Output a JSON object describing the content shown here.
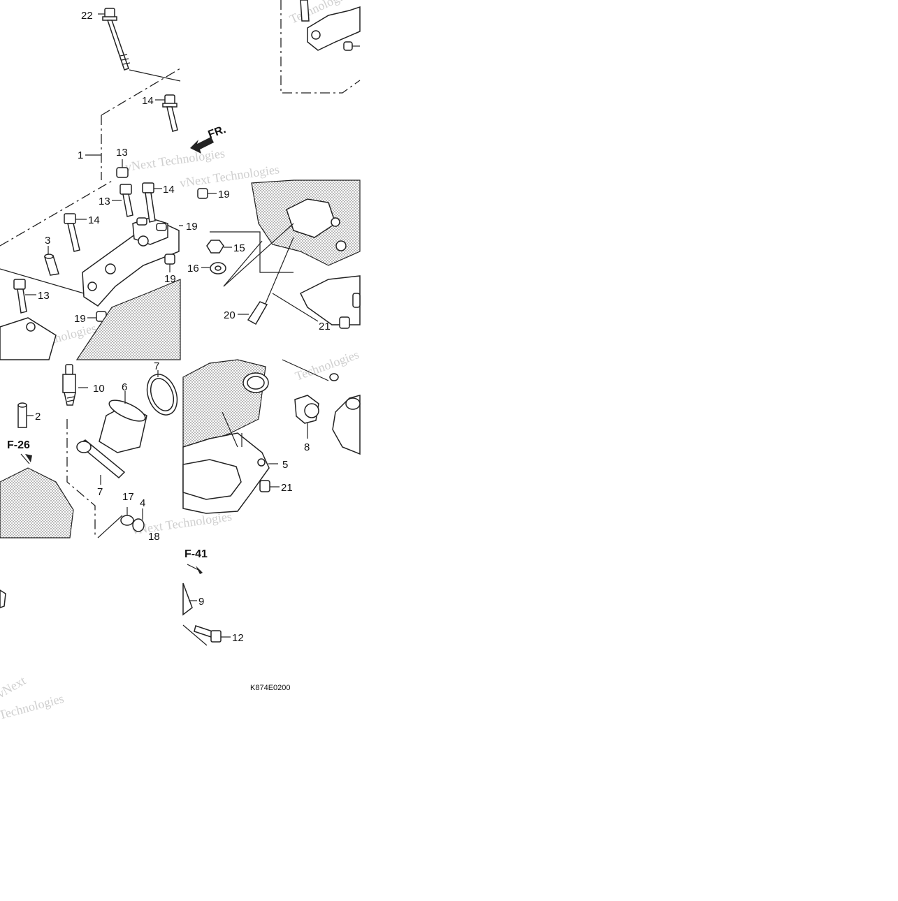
{
  "diagram": {
    "code": "K874E0200",
    "direction_label": "FR.",
    "references": [
      "F-26",
      "F-41"
    ],
    "callouts": [
      "22",
      "14",
      "1",
      "13",
      "13",
      "14",
      "14",
      "3",
      "13",
      "19",
      "19",
      "19",
      "19",
      "15",
      "16",
      "20",
      "21",
      "10",
      "6",
      "7",
      "2",
      "7",
      "17",
      "4",
      "18",
      "8",
      "5",
      "21",
      "9",
      "12"
    ],
    "watermarks": [
      "vNext Technologies",
      "vNext Technologies",
      "Technologies",
      "Technologies",
      "vNext Technologies",
      "vNext",
      "Technologies",
      "vNext Technologies"
    ]
  }
}
